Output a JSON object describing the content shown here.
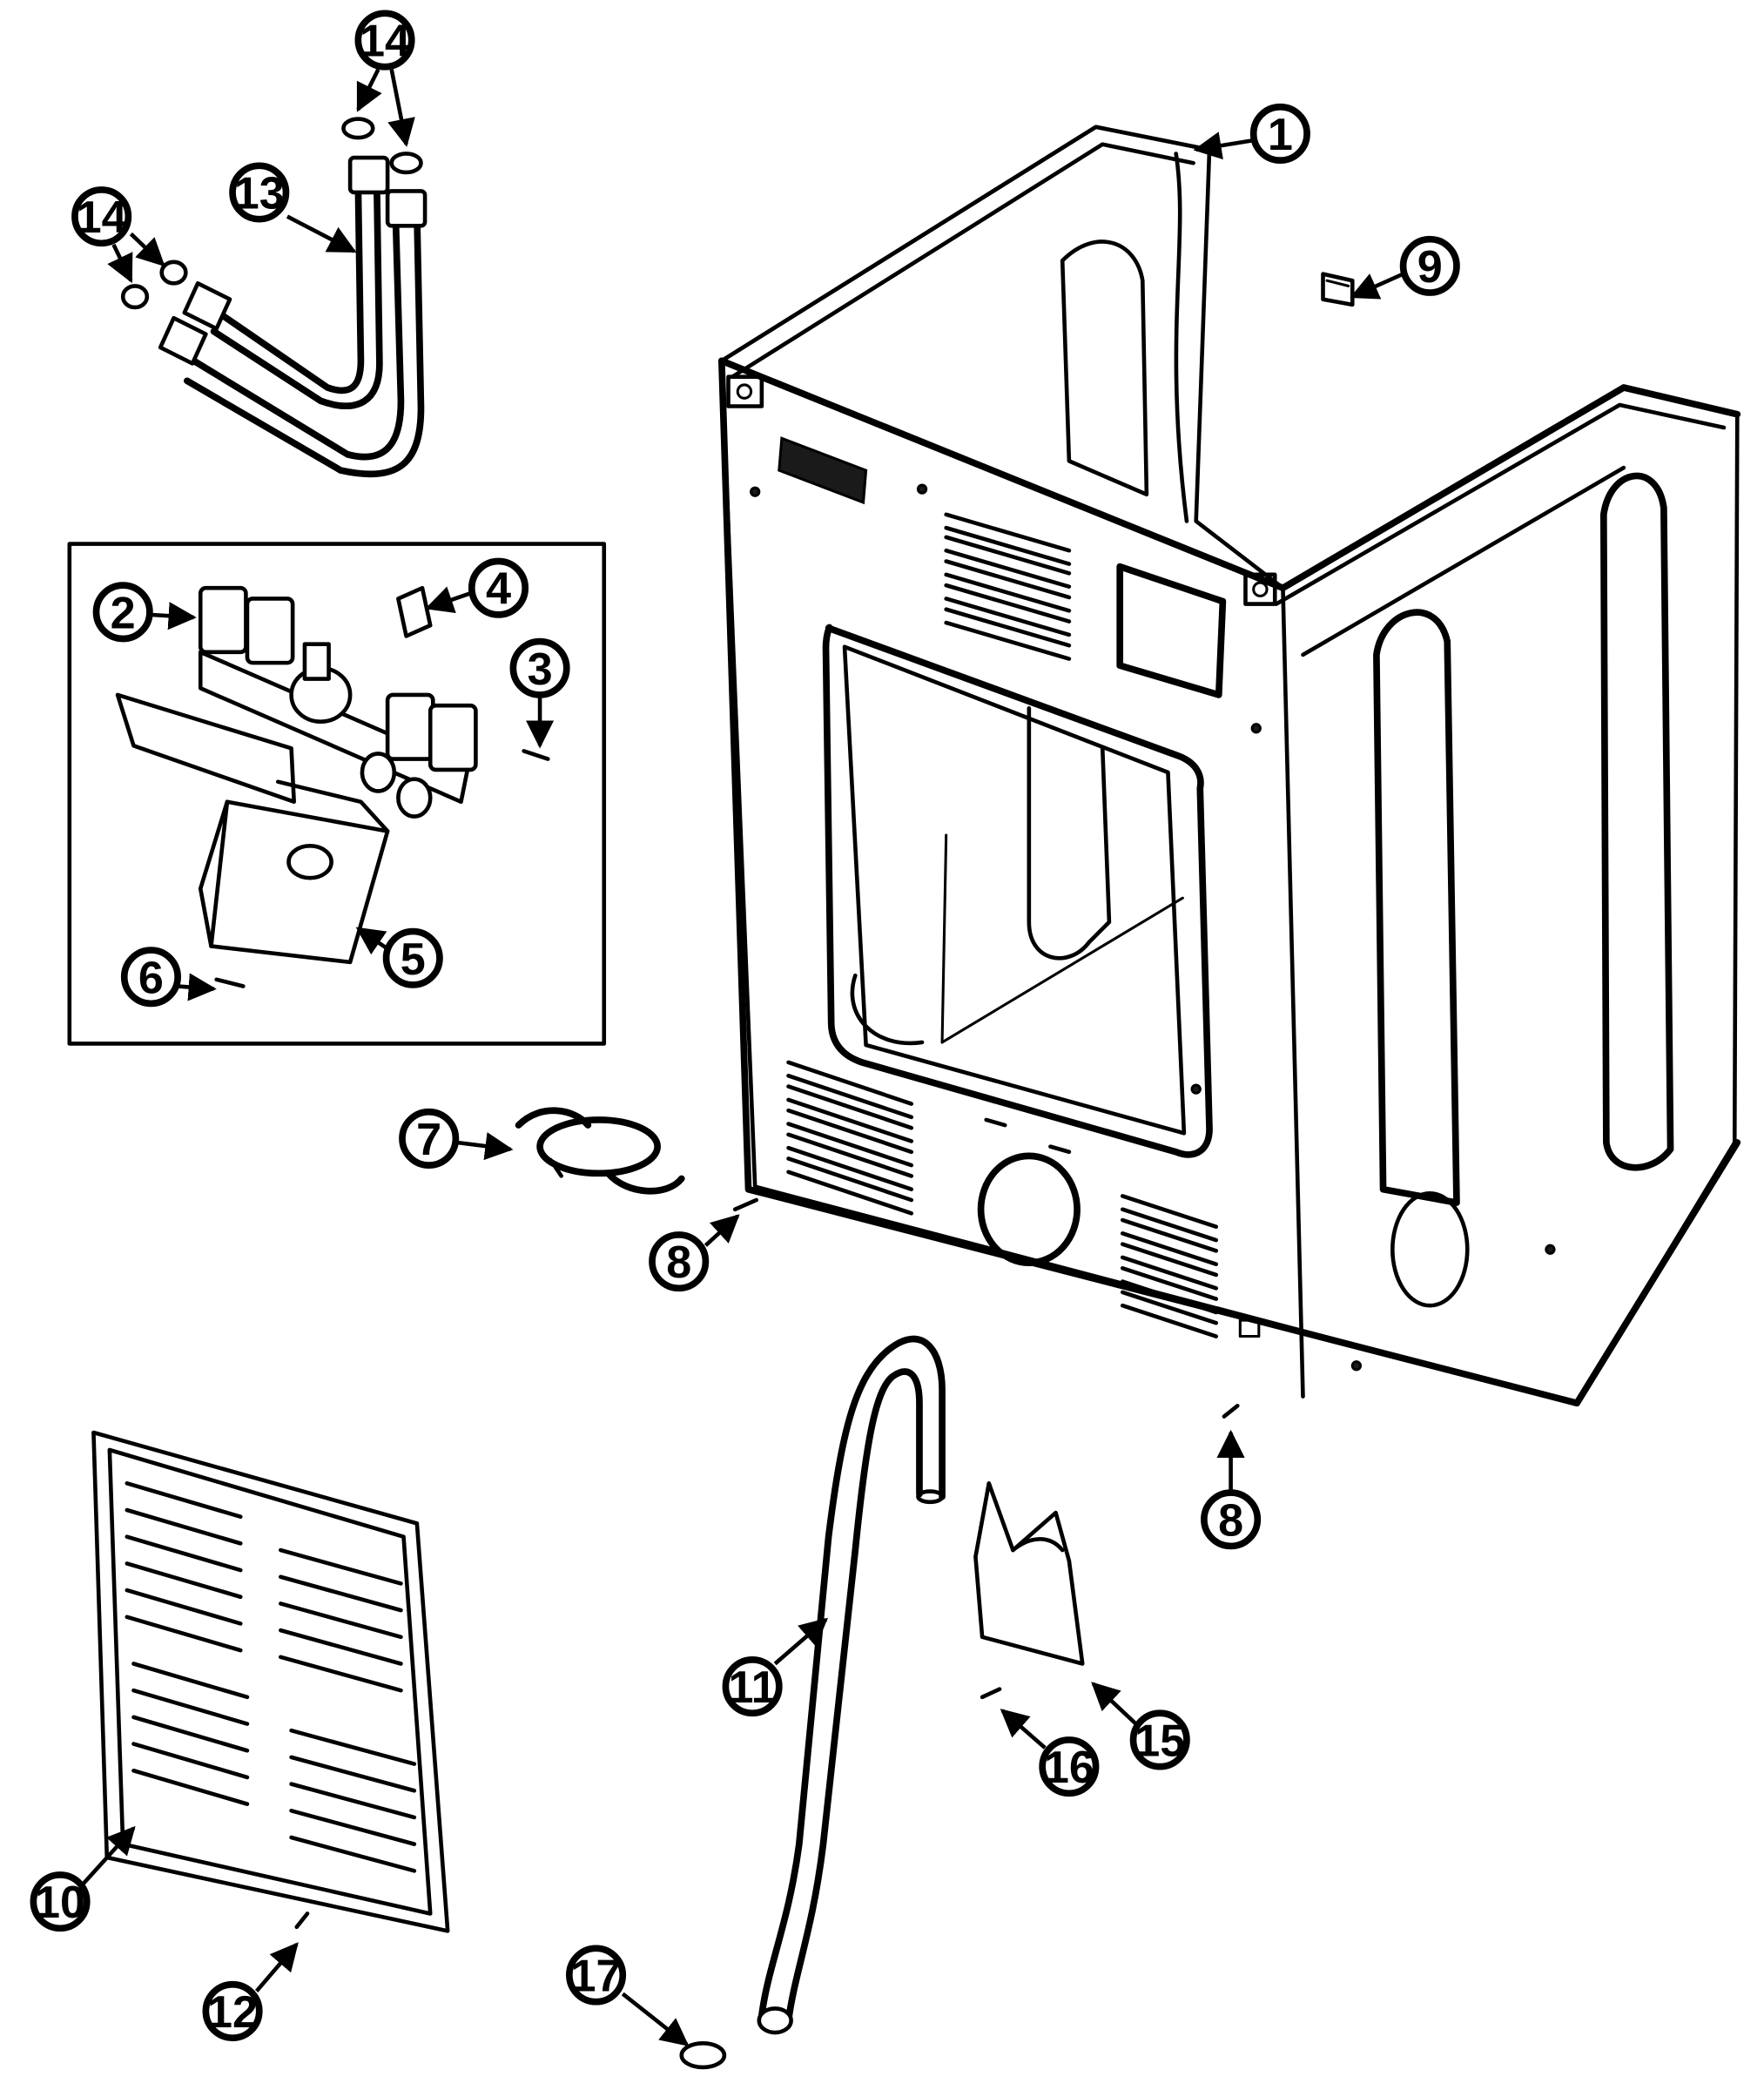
{
  "figure": {
    "type": "exploded-parts-diagram",
    "colors": {
      "line": "#000000",
      "background": "#ffffff"
    }
  },
  "callouts": [
    {
      "id": "c1",
      "label": "1"
    },
    {
      "id": "c2",
      "label": "2"
    },
    {
      "id": "c3",
      "label": "3"
    },
    {
      "id": "c4",
      "label": "4"
    },
    {
      "id": "c5",
      "label": "5"
    },
    {
      "id": "c6",
      "label": "6"
    },
    {
      "id": "c7",
      "label": "7"
    },
    {
      "id": "c8a",
      "label": "8"
    },
    {
      "id": "c8b",
      "label": "8"
    },
    {
      "id": "c9",
      "label": "9"
    },
    {
      "id": "c10",
      "label": "10"
    },
    {
      "id": "c11",
      "label": "11"
    },
    {
      "id": "c12",
      "label": "12"
    },
    {
      "id": "c13",
      "label": "13"
    },
    {
      "id": "c14a",
      "label": "14"
    },
    {
      "id": "c14b",
      "label": "14"
    },
    {
      "id": "c15",
      "label": "15"
    },
    {
      "id": "c16",
      "label": "16"
    },
    {
      "id": "c17",
      "label": "17"
    }
  ]
}
